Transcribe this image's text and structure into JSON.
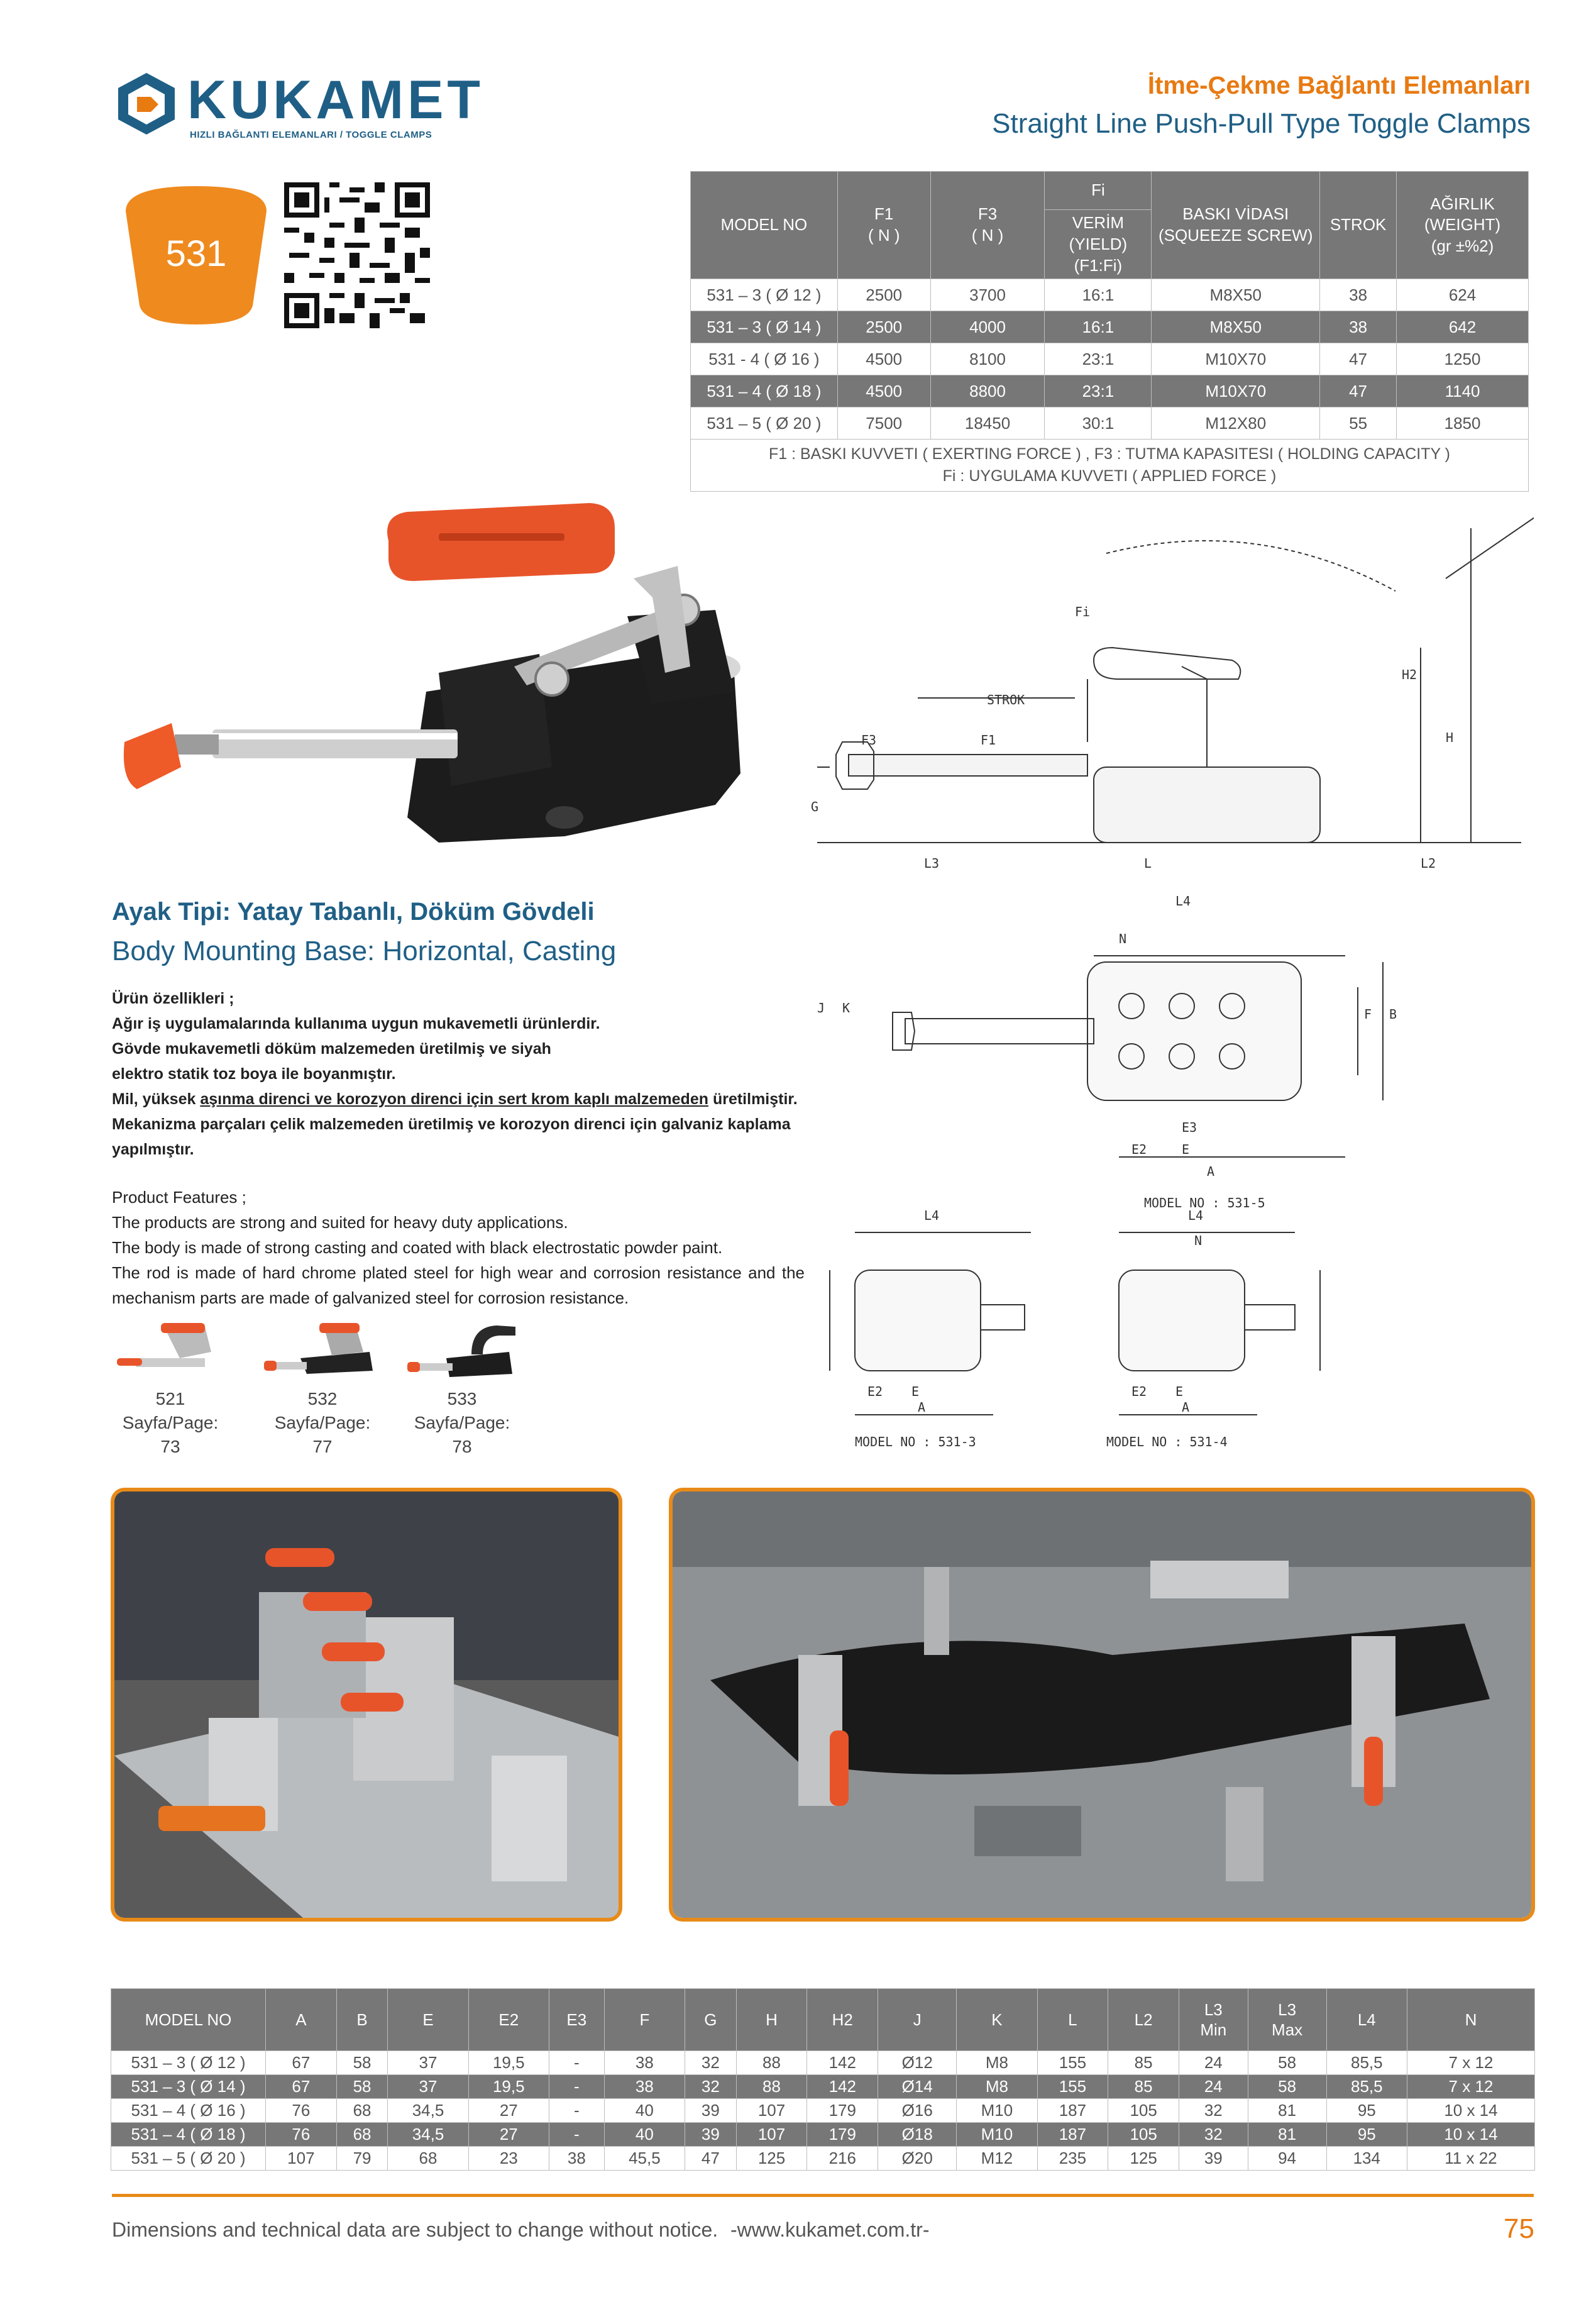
{
  "header": {
    "brand": "KUKAMET",
    "brand_sub": "HIZLI BAĞLANTI ELEMANLARI / TOGGLE CLAMPS",
    "title_tr": "İtme-Çekme Bağlantı Elemanları",
    "title_en": "Straight Line Push-Pull Type Toggle Clamps",
    "series": "531"
  },
  "spec_table": {
    "headers": {
      "model": "MODEL NO",
      "f1": "F1",
      "f1_unit": "( N )",
      "f3": "F3",
      "f3_unit": "( N )",
      "fi": "Fi",
      "yield": "VERİM (YIELD)",
      "yield_unit": "(F1:Fi)",
      "screw": "BASKI VİDASI",
      "screw_en": "(SQUEEZE SCREW)",
      "strok": "STROK",
      "weight": "AĞIRLIK",
      "weight_en": "(WEIGHT)",
      "weight_unit": "(gr ±%2)"
    },
    "rows": [
      {
        "model": "531 – 3 ( Ø 12 )",
        "f1": "2500",
        "f3": "3700",
        "yield": "16:1",
        "screw": "M8X50",
        "strok": "38",
        "weight": "624"
      },
      {
        "model": "531 – 3 ( Ø 14 )",
        "f1": "2500",
        "f3": "4000",
        "yield": "16:1",
        "screw": "M8X50",
        "strok": "38",
        "weight": "642"
      },
      {
        "model": "531 - 4 ( Ø 16 )",
        "f1": "4500",
        "f3": "8100",
        "yield": "23:1",
        "screw": "M10X70",
        "strok": "47",
        "weight": "1250"
      },
      {
        "model": "531 – 4 ( Ø 18 )",
        "f1": "4500",
        "f3": "8800",
        "yield": "23:1",
        "screw": "M10X70",
        "strok": "47",
        "weight": "1140"
      },
      {
        "model": "531 – 5 ( Ø 20 )",
        "f1": "7500",
        "f3": "18450",
        "yield": "30:1",
        "screw": "M12X80",
        "strok": "55",
        "weight": "1850"
      }
    ],
    "note1": "F1 : BASKI KUVVETI ( EXERTING FORCE ) ,   F3 : TUTMA KAPASITESI ( HOLDING CAPACITY )",
    "note2": "Fi : UYGULAMA KUVVETI ( APPLIED FORCE )"
  },
  "drawing_labels": {
    "fi": "Fi",
    "h2": "H2",
    "h": "H",
    "strok": "STROK",
    "f3": "F3",
    "f1": "F1",
    "g": "G",
    "l3": "L3",
    "l": "L",
    "l2": "L2",
    "l4": "L4",
    "n": "N",
    "j": "J",
    "k": "K",
    "f": "F",
    "b": "B",
    "e3": "E3",
    "e2": "E2",
    "e": "E",
    "a": "A",
    "model_5": "MODEL  NO  :  531-5",
    "model_3": "MODEL  NO  :  531-3",
    "model_4": "MODEL  NO  :  531-4"
  },
  "section": {
    "title_tr": "Ayak Tipi: Yatay Tabanlı, Döküm Gövdeli",
    "title_en": "Body Mounting Base: Horizontal, Casting",
    "features_tr_title": "Ürün özellikleri ;",
    "features_tr_1": "Ağır iş uygulamalarında kullanıma uygun mukavemetli ürünlerdir.",
    "features_tr_2": "Gövde mukavemetli  döküm malzemeden üretilmiş ve siyah",
    "features_tr_3": "elektro statik toz boya ile boyanmıştır.",
    "features_tr_4a": "Mil, yüksek ",
    "features_tr_4b": "aşınma direnci ve korozyon direnci için sert krom kaplı malzemeden",
    "features_tr_4c": " üretilmiştir.",
    "features_tr_5": "Mekanizma parçaları çelik malzemeden üretilmiş ve korozyon direnci için galvaniz kaplama",
    "features_tr_6": "yapılmıştır.",
    "features_en_title": "Product Features ;",
    "features_en_1": "The products are strong and suited for heavy duty applications.",
    "features_en_2": "The body is made of strong  casting and coated with black electrostatic powder paint.",
    "features_en_3": "The rod is made of hard chrome plated steel for high wear and corrosion resistance and the mechanism parts are made of galvanized steel for corrosion resistance."
  },
  "related": [
    {
      "code": "521",
      "page": "Sayfa/Page: 73"
    },
    {
      "code": "532",
      "page": "Sayfa/Page: 77"
    },
    {
      "code": "533",
      "page": "Sayfa/Page: 78"
    }
  ],
  "dim_table": {
    "headers": {
      "model": "MODEL NO",
      "a": "A",
      "b": "B",
      "e": "E",
      "e2": "E2",
      "e3": "E3",
      "f": "F",
      "g": "G",
      "h": "H",
      "h2": "H2",
      "j": "J",
      "k": "K",
      "l": "L",
      "l2": "L2",
      "l3min": "L3",
      "l3min_sub": "Min",
      "l3max": "L3",
      "l3max_sub": "Max",
      "l4": "L4",
      "n": "N"
    },
    "rows": [
      {
        "model": "531 – 3 ( Ø 12 )",
        "a": "67",
        "b": "58",
        "e": "37",
        "e2": "19,5",
        "e3": "-",
        "f": "38",
        "g": "32",
        "h": "88",
        "h2": "142",
        "j": "Ø12",
        "k": "M8",
        "l": "155",
        "l2": "85",
        "l3min": "24",
        "l3max": "58",
        "l4": "85,5",
        "n": "7 x 12"
      },
      {
        "model": "531 – 3 ( Ø 14 )",
        "a": "67",
        "b": "58",
        "e": "37",
        "e2": "19,5",
        "e3": "-",
        "f": "38",
        "g": "32",
        "h": "88",
        "h2": "142",
        "j": "Ø14",
        "k": "M8",
        "l": "155",
        "l2": "85",
        "l3min": "24",
        "l3max": "58",
        "l4": "85,5",
        "n": "7 x 12"
      },
      {
        "model": "531 – 4 ( Ø 16 )",
        "a": "76",
        "b": "68",
        "e": "34,5",
        "e2": "27",
        "e3": "-",
        "f": "40",
        "g": "39",
        "h": "107",
        "h2": "179",
        "j": "Ø16",
        "k": "M10",
        "l": "187",
        "l2": "105",
        "l3min": "32",
        "l3max": "81",
        "l4": "95",
        "n": "10 x 14"
      },
      {
        "model": "531 – 4 ( Ø 18 )",
        "a": "76",
        "b": "68",
        "e": "34,5",
        "e2": "27",
        "e3": "-",
        "f": "40",
        "g": "39",
        "h": "107",
        "h2": "179",
        "j": "Ø18",
        "k": "M10",
        "l": "187",
        "l2": "105",
        "l3min": "32",
        "l3max": "81",
        "l4": "95",
        "n": "10 x 14"
      },
      {
        "model": "531 – 5 ( Ø 20 )",
        "a": "107",
        "b": "79",
        "e": "68",
        "e2": "23",
        "e3": "38",
        "f": "45,5",
        "g": "47",
        "h": "125",
        "h2": "216",
        "j": "Ø20",
        "k": "M12",
        "l": "235",
        "l2": "125",
        "l3min": "39",
        "l3max": "94",
        "l4": "134",
        "n": "11 x 22"
      }
    ]
  },
  "footer": {
    "disclaimer": "Dimensions and technical data are subject to change without notice.",
    "url": "-www.kukamet.com.tr-",
    "page": "75"
  },
  "colors": {
    "brand_blue": "#1f5f86",
    "accent_orange": "#e87a12",
    "table_gray": "#777777"
  }
}
